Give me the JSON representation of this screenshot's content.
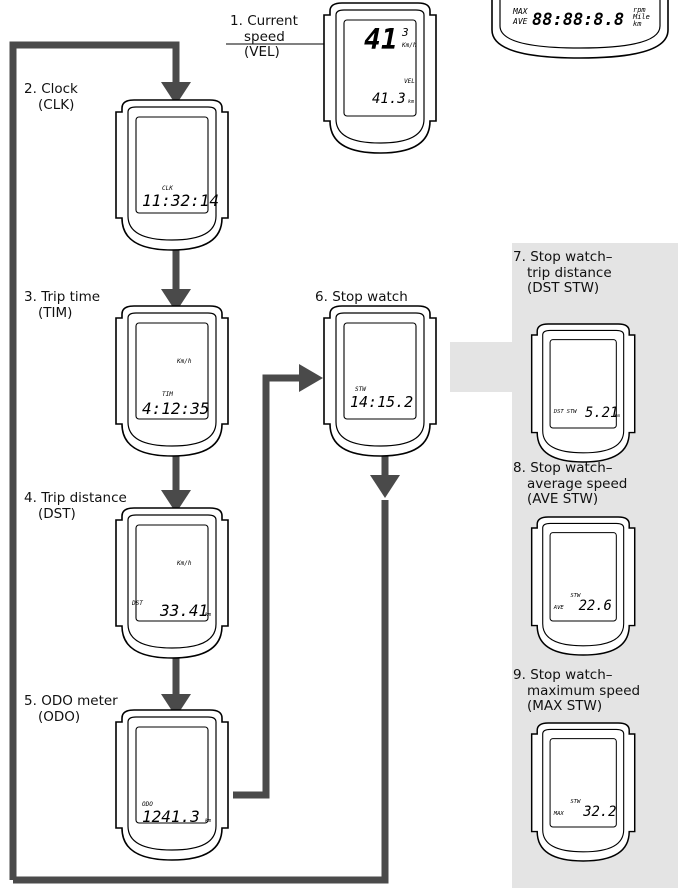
{
  "labels": {
    "m1": {
      "num": "1.",
      "lines": [
        "Current",
        "speed",
        "(VEL)"
      ]
    },
    "m2": {
      "num": "2.",
      "lines": [
        "Clock",
        "(CLK)"
      ]
    },
    "m3": {
      "num": "3.",
      "lines": [
        "Trip time",
        "(TIM)"
      ]
    },
    "m4": {
      "num": "4.",
      "lines": [
        "Trip distance",
        "(DST)"
      ]
    },
    "m5": {
      "num": "5.",
      "lines": [
        "ODO meter",
        "(ODO)"
      ]
    },
    "m6": {
      "num": "6.",
      "lines": [
        "Stop watch"
      ]
    },
    "m7": {
      "num": "7.",
      "lines": [
        "Stop watch–",
        "trip distance",
        "(DST STW)"
      ]
    },
    "m8": {
      "num": "8.",
      "lines": [
        "Stop watch–",
        "average speed",
        "(AVE STW)"
      ]
    },
    "m9": {
      "num": "9.",
      "lines": [
        "Stop watch–",
        "maximum speed",
        "(MAX STW)"
      ]
    }
  },
  "displays": {
    "top_right": {
      "prefix_top": "MAX",
      "prefix_bottom": "AVE",
      "digits": "88:88:8.8",
      "units": [
        "rpm",
        "Mile",
        "km"
      ]
    },
    "d1": {
      "big": "41",
      "big_small": "3",
      "big_unit": "Km/h",
      "tag": "VEL",
      "value": "41.3",
      "unit": "km"
    },
    "d2": {
      "tag": "CLK",
      "value": "11:32:14"
    },
    "d3": {
      "flash": "Km/h",
      "tag": "TIM",
      "value": "4:12:35"
    },
    "d4": {
      "flash": "Km/h",
      "tag": "DST",
      "value": "33.41",
      "unit": "km"
    },
    "d5": {
      "tag": "ODO",
      "value": "1241.3",
      "unit": "km"
    },
    "d6": {
      "flash": "STW",
      "value": "14:15.2"
    },
    "d7": {
      "tag": "DST",
      "flash": "STW",
      "value": "5.21",
      "unit": "km"
    },
    "d8": {
      "flash": "STW",
      "tag": "AVE",
      "value": "22.6"
    },
    "d9": {
      "flash": "STW",
      "tag": "MAX",
      "value": "32.2"
    }
  },
  "colors": {
    "arrow": "#4a4a4a",
    "panel": "#e4e4e4",
    "frame": "#000000"
  }
}
